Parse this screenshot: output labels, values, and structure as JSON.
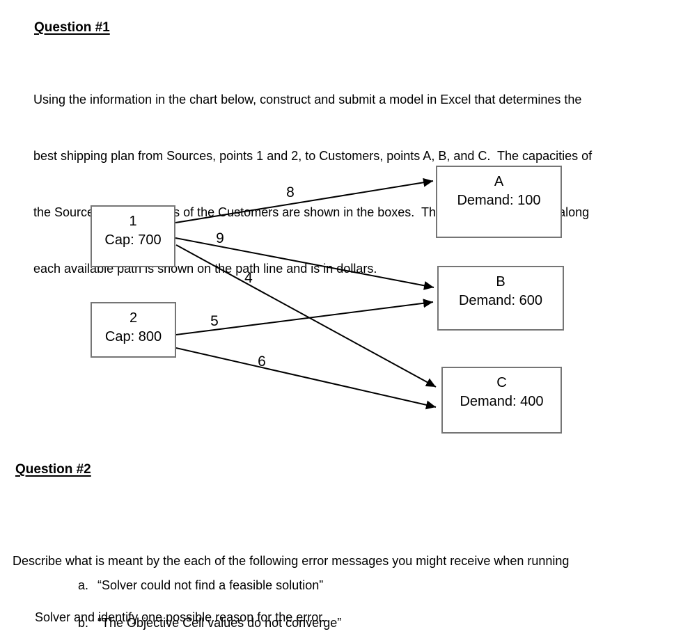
{
  "page": {
    "background_color": "#ffffff",
    "text_color": "#000000"
  },
  "question1": {
    "title": "Question #1",
    "lines": [
      "Using the information in the chart below, construct and submit a model in Excel that determines the",
      "best shipping plan from Sources, points 1 and 2, to Customers, points A, B, and C.  The capacities of",
      "the Sources and demands of the Customers are shown in the boxes.  The cost per unit to ship along",
      "each available path is shown on the path line and is in dollars."
    ]
  },
  "diagram": {
    "type": "network",
    "box_border_color": "#757575",
    "arrow_color": "#000000",
    "sources": [
      {
        "label": "1",
        "capacity": "Cap: 700"
      },
      {
        "label": "2",
        "capacity": "Cap: 800"
      }
    ],
    "customers": [
      {
        "label": "A",
        "demand": "Demand: 100"
      },
      {
        "label": "B",
        "demand": "Demand: 600"
      },
      {
        "label": "C",
        "demand": "Demand: 400"
      }
    ],
    "edges": [
      {
        "from": "1",
        "to": "A",
        "cost": "8"
      },
      {
        "from": "1",
        "to": "B",
        "cost": "9"
      },
      {
        "from": "1",
        "to": "C",
        "cost": "4"
      },
      {
        "from": "2",
        "to": "B",
        "cost": "5"
      },
      {
        "from": "2",
        "to": "C",
        "cost": "6"
      }
    ]
  },
  "question2": {
    "title": "Question #2",
    "intro_lines": [
      "Describe what is meant by the each of the following error messages you might receive when running",
      "Solver and identify one possible reason for the error."
    ],
    "items": [
      {
        "marker": "a.",
        "text": "“Solver could not find a feasible solution”"
      },
      {
        "marker": "b.",
        "text": "“The Objective Cell values do not converge”"
      }
    ]
  }
}
